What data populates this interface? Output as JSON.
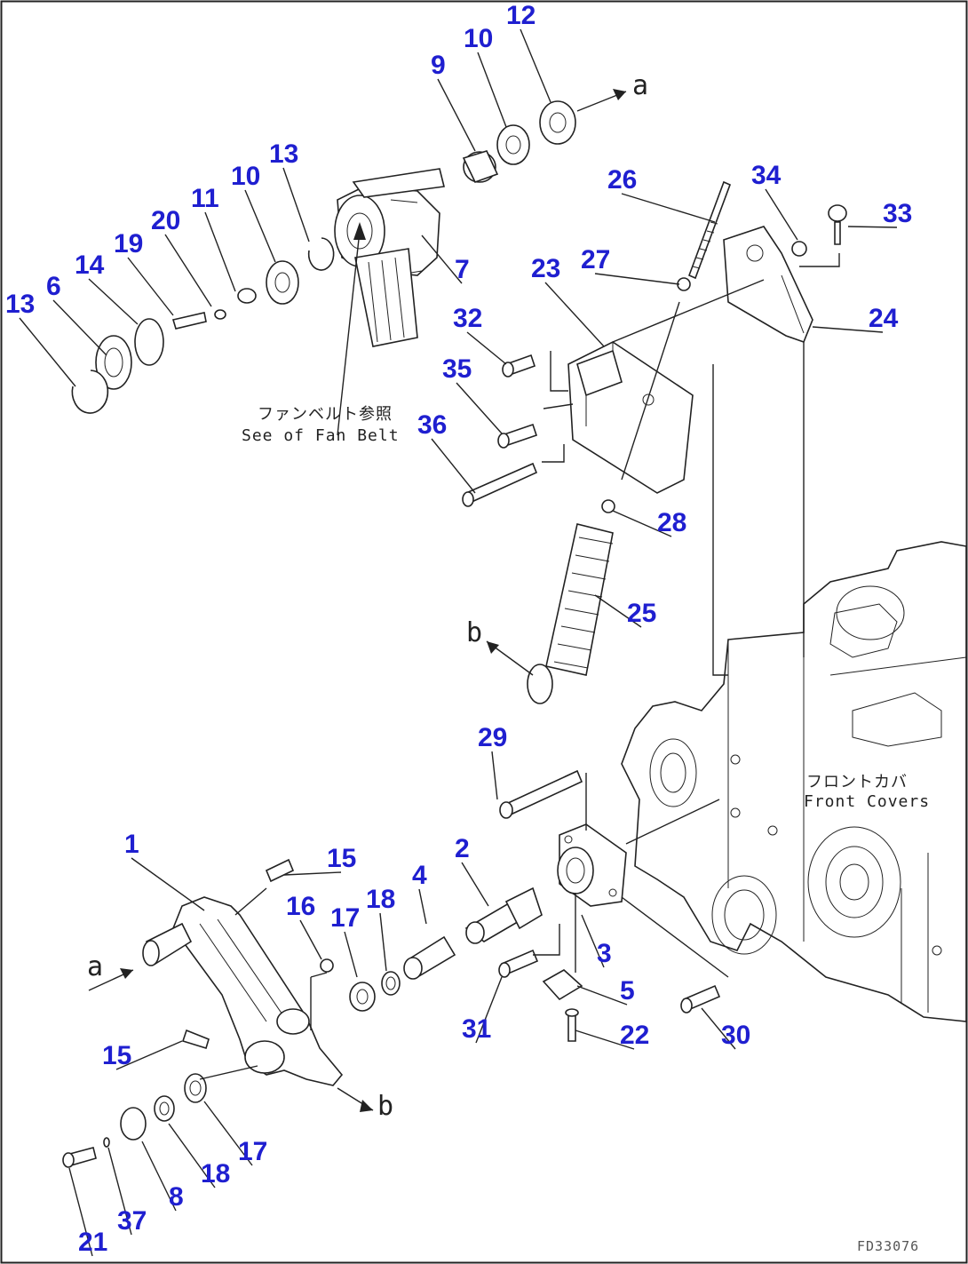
{
  "diagram": {
    "callouts": [
      "1",
      "2",
      "3",
      "4",
      "5",
      "6",
      "7",
      "8",
      "9",
      "10",
      "10",
      "11",
      "12",
      "13",
      "13",
      "14",
      "15",
      "15",
      "16",
      "17",
      "17",
      "18",
      "18",
      "19",
      "20",
      "21",
      "22",
      "23",
      "24",
      "25",
      "26",
      "27",
      "28",
      "29",
      "30",
      "31",
      "32",
      "33",
      "34",
      "35",
      "36",
      "37"
    ],
    "notes": {
      "fan_belt_jp": "ファンベルト参照",
      "fan_belt_en": "See of Fan Belt",
      "front_cover_jp": "フロントカバ",
      "front_cover_en": "Front Covers"
    },
    "refs": {
      "a": "a",
      "b": "b"
    },
    "figure_id": "FD33076"
  },
  "colors": {
    "callout": "#1f1fd0",
    "linework": "#222222",
    "background": "#ffffff"
  }
}
